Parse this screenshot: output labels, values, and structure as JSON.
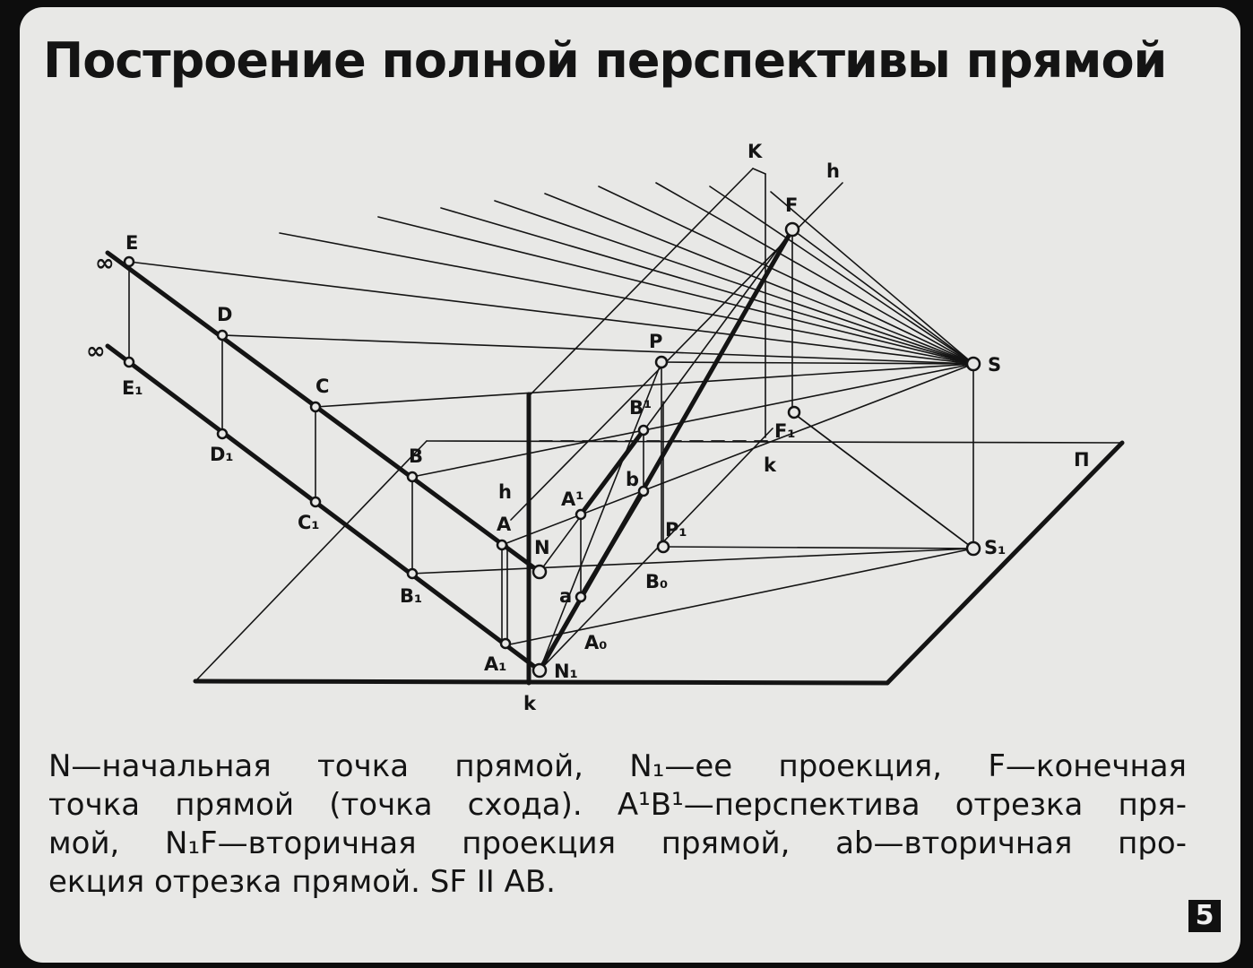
{
  "title": "Построение полной перспективы прямой",
  "labels": {
    "K": "K",
    "h_top": "h",
    "F": "F",
    "E": "E",
    "inf_top": "∞",
    "inf_bottom": "∞",
    "D": "D",
    "P": "P",
    "S": "S",
    "E1": "E₁",
    "C": "C",
    "B1_prime": "B¹",
    "F1": "F₁",
    "k_right": "k",
    "Pi": "П",
    "D1": "D₁",
    "B": "B",
    "b": "b",
    "h_left": "h",
    "A1_prime": "A¹",
    "C1": "C₁",
    "A": "A",
    "N": "N",
    "P1": "P₁",
    "S1": "S₁",
    "B1": "B₁",
    "B0": "B₀",
    "a": "a",
    "A0": "A₀",
    "A1": "A₁",
    "N1": "N₁",
    "k_bottom": "k"
  },
  "caption": [
    "N—начальная точка прямой, N₁—ее проекция, F—конечная",
    "точка прямой (точка схода). A¹B¹—перспектива отрезка пря-",
    "мой, N₁F—вторичная проекция прямой, ab—вторичная про-",
    "екция отрезка прямой. SF II AB."
  ],
  "page_number": "5"
}
